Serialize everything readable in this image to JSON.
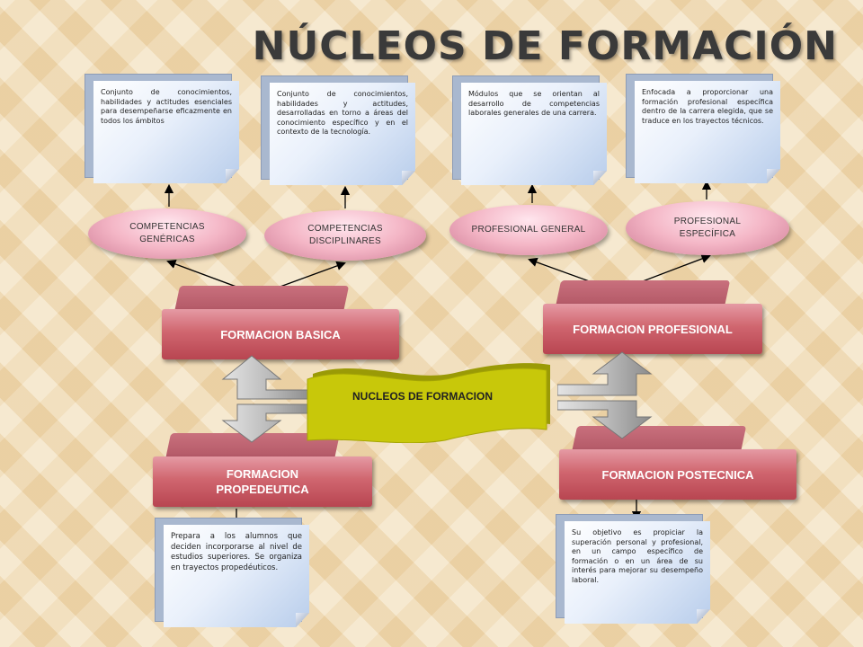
{
  "title": "NÚCLEOS DE FORMACIÓN",
  "notes": {
    "genericas": "Conjunto de conocimientos, habilidades y actitudes esenciales para desempeñarse eficazmente en todos los ámbitos",
    "disciplinares": "Conjunto de conocimientos, habilidades y actitudes, desarrolladas en torno a áreas del conocimiento específico y en el contexto de la tecnología.",
    "profesional_general": "Módulos que se orientan al desarrollo de competencias laborales generales de una carrera.",
    "profesional_especifica": "Enfocada a proporcionar una formación profesional específica dentro de la carrera elegida, que se traduce en los trayectos técnicos.",
    "propedeutica": "Prepara a los alumnos que deciden incorporarse al nivel de estudios superiores. Se organiza en trayectos propedéuticos.",
    "postecnica": "Su objetivo es propiciar la superación personal y profesional, en un campo específico de formación o en un área de su interés para mejorar su desempeño laboral."
  },
  "ovals": {
    "genericas": "COMPETENCIAS GENÉRICAS",
    "disciplinares": "COMPETENCIAS DISCIPLINARES",
    "profesional_general": "PROFESIONAL GENERAL",
    "profesional_especifica": "PROFESIONAL ESPECÍFICA"
  },
  "blocks": {
    "basica": "FORMACION BASICA",
    "profesional": "FORMACION PROFESIONAL",
    "propedeutica": "FORMACION PROPEDEUTICA",
    "postecnica": "FORMACION POSTECNICA"
  },
  "center": "NUCLEOS DE FORMACION",
  "colors": {
    "note_fill": "#b8cdeb",
    "oval_fill": "#f4b6c6",
    "block_fill": "#d0666f",
    "banner_fill": "#c8c80a",
    "arrow_fill": "#a9a9a9"
  }
}
